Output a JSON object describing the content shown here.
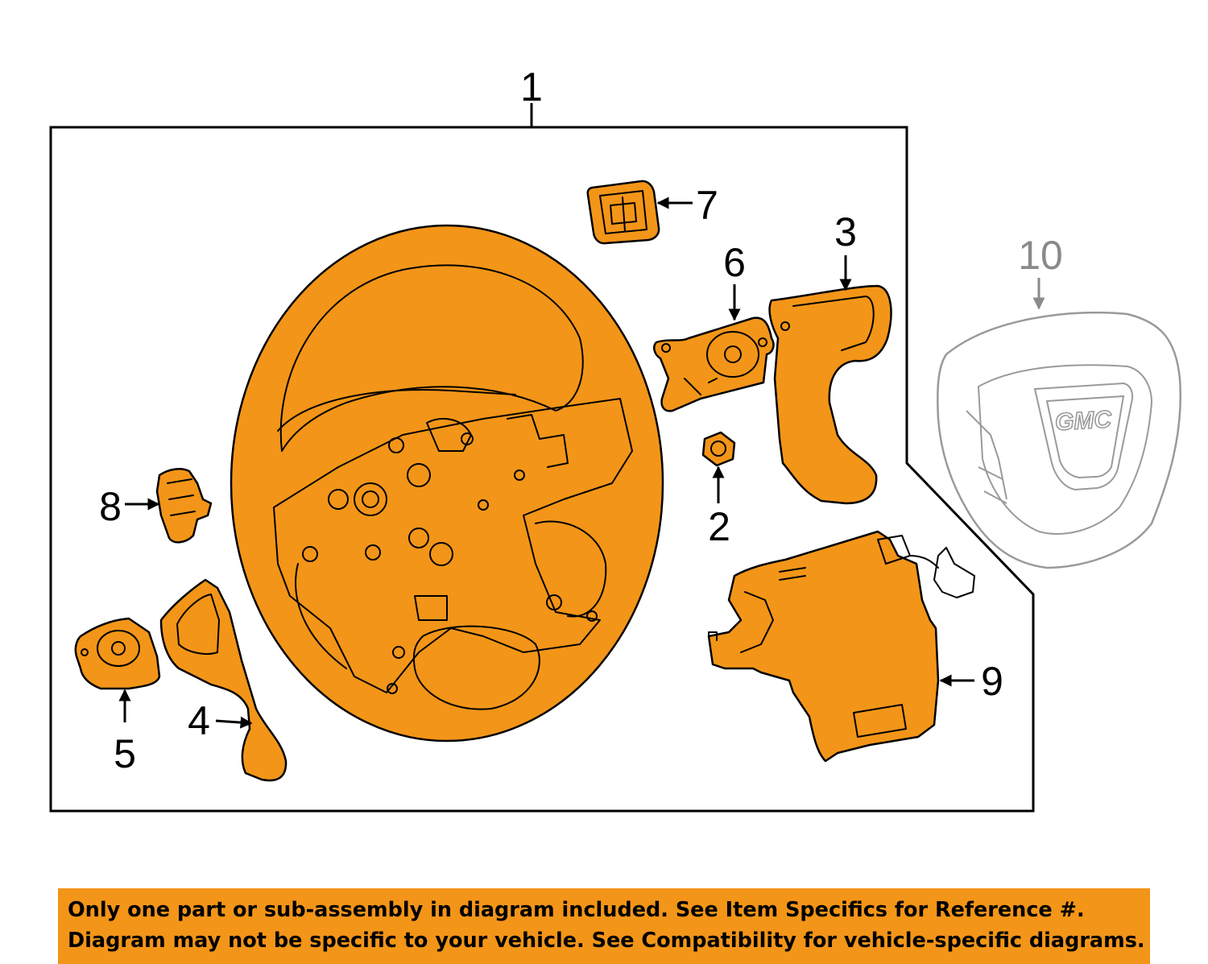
{
  "colors": {
    "part_fill": "#f39518",
    "outline": "#000000",
    "not_included_outline": "#9a9a9a",
    "banner_background": "#f39518"
  },
  "callouts": {
    "c1": "1",
    "c2": "2",
    "c3": "3",
    "c4": "4",
    "c5": "5",
    "c6": "6",
    "c7": "7",
    "c8": "8",
    "c9": "9",
    "c10": "10"
  },
  "parts": {
    "p1": "steering-wheel",
    "p2": "retaining-nut",
    "p3": "right-lower-trim-cover",
    "p4": "left-lower-trim-cover",
    "p5": "left-control-switch",
    "p6": "right-control-switch",
    "p7": "upper-switch-module",
    "p8": "left-switch-module",
    "p9": "back-cover",
    "p10": "airbag-module"
  },
  "logo_text": "GMC",
  "disclaimer": {
    "line1": "Only one part or sub-assembly in diagram included. See Item Specifics for Reference #.",
    "line2": "Diagram may not be specific to your vehicle. See Compatibility for vehicle-specific diagrams."
  }
}
